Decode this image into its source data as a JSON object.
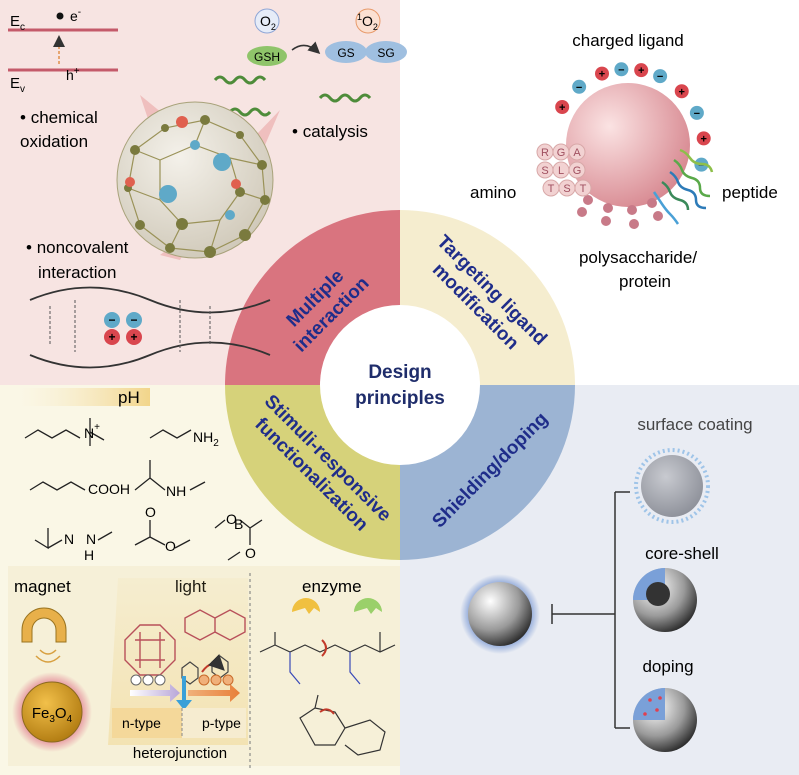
{
  "center": {
    "line1": "Design",
    "line2": "principles"
  },
  "sectors": {
    "multiple": {
      "line1": "Multiple",
      "line2": "interaction",
      "color": "#d9747f"
    },
    "targeting": {
      "line1": "Targeting ligand",
      "line2": "modification",
      "color": "#f5edcf"
    },
    "stimuli": {
      "line1": "Stimuli-responsive",
      "line2": "functionalization",
      "color": "#d6d27a"
    },
    "shielding": {
      "line1": "Shielding/doping",
      "color": "#9cb4d3"
    }
  },
  "top_left": {
    "band_ec": "E",
    "band_ec_sub": "c",
    "band_ev": "E",
    "band_ev_sub": "v",
    "electron": "e",
    "electron_sup": "-",
    "hole": "h",
    "hole_sup": "+",
    "o2": "O",
    "o2_sub": "2",
    "singlet_o2_sup": "1",
    "singlet_o2": "O",
    "singlet_o2_sub": "2",
    "gsh": "GSH",
    "gs": "GS",
    "sg": "SG",
    "chemical_oxidation_1": "chemical",
    "chemical_oxidation_2": "oxidation",
    "catalysis": "catalysis",
    "noncovalent_1": "noncovalent",
    "noncovalent_2": "interaction"
  },
  "top_right": {
    "charged_ligand": "charged ligand",
    "amino": "amino",
    "peptide": "peptide",
    "polysaccharide_1": "polysaccharide/",
    "polysaccharide_2": "protein",
    "aa_row1": [
      "R",
      "G",
      "A"
    ],
    "aa_row2": [
      "S",
      "L",
      "G"
    ],
    "aa_row3": [
      "T",
      "S",
      "T"
    ]
  },
  "bottom_left": {
    "ph": "pH",
    "nh2": "NH",
    "nh2_sub": "2",
    "cooh": "COOH",
    "nh": "NH",
    "n_atom": "N",
    "h_atom": "H",
    "b_atom": "B",
    "o_atom": "O",
    "n_plus": "N",
    "plus": "+",
    "magnet": "magnet",
    "light": "light",
    "enzyme": "enzyme",
    "fe3o4": "Fe",
    "fe3o4_sub1": "3",
    "fe3o4_o": "O",
    "fe3o4_sub2": "4",
    "n_type": "n-type",
    "p_type": "p-type",
    "heterojunction": "heterojunction"
  },
  "bottom_right": {
    "surface_coating": "surface coating",
    "core_shell": "core-shell",
    "doping": "doping"
  }
}
